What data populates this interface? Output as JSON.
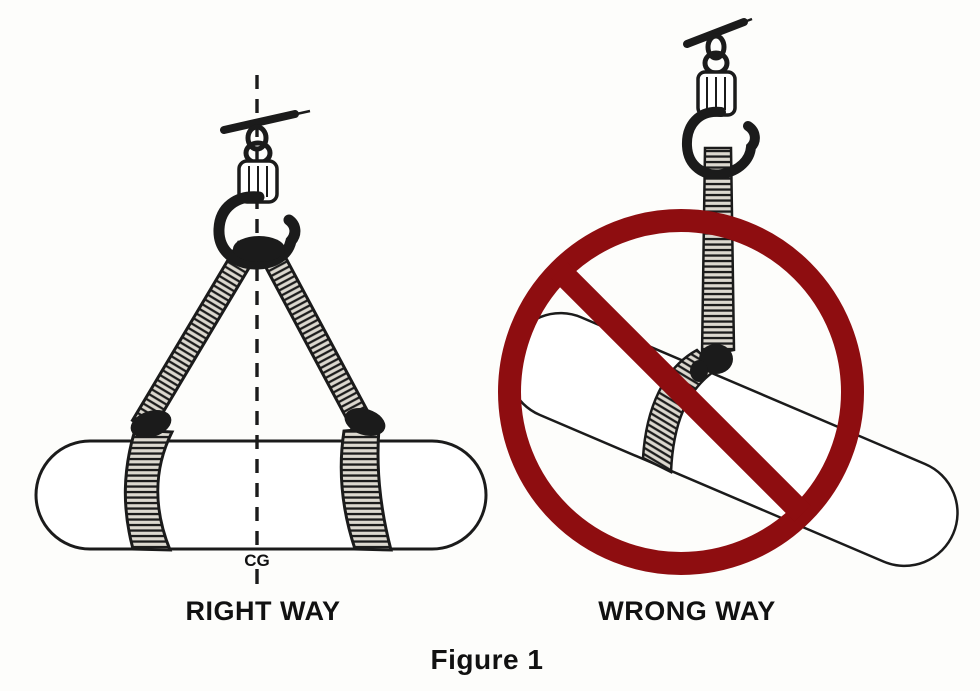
{
  "figure": {
    "caption": "Figure 1",
    "panels": {
      "right_way": {
        "label": "RIGHT WAY",
        "cg_label": "CG"
      },
      "wrong_way": {
        "label": "WRONG WAY"
      }
    },
    "icons": {
      "left": [
        "crane-hook-icon",
        "sling-icon",
        "load-cylinder",
        "cg-dashed-line"
      ],
      "right": [
        "crane-hook-icon",
        "sling-icon",
        "load-cylinder",
        "prohibition-icon"
      ]
    }
  },
  "colors": {
    "paper": "#fdfdfb",
    "ink": "#1b1b1b",
    "red": "#8e0d10",
    "sling_light": "#dcd8cf",
    "sling_dark": "#1c1c1c",
    "label": "#111111"
  }
}
